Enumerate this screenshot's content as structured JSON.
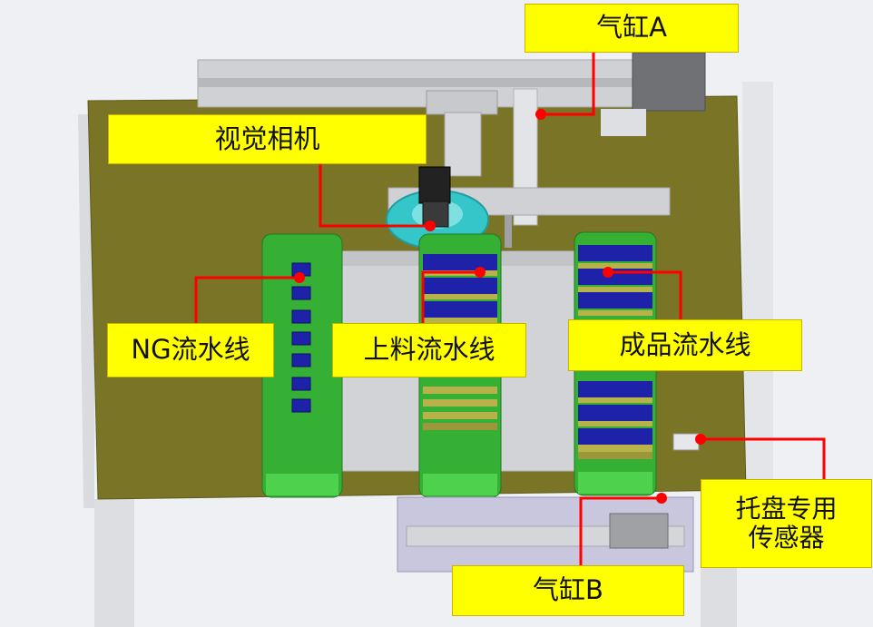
{
  "colors": {
    "base_plate": "#7a7526",
    "callout_fill": "#ffff00",
    "leader_line": "#ff0000",
    "belt_green": "#35b035",
    "tray_blue": "#1e22a8",
    "frame_gray": "#cfd1d5"
  },
  "labels": {
    "cylinder_a": "气缸A",
    "vision_camera": "视觉相机",
    "ng_line": "NG流水线",
    "feed_line": "上料流水线",
    "product_line": "成品流水线",
    "tray_sensor": {
      "line1": "托盘专用",
      "line2": "传感器"
    },
    "cylinder_b": "气缸B"
  }
}
